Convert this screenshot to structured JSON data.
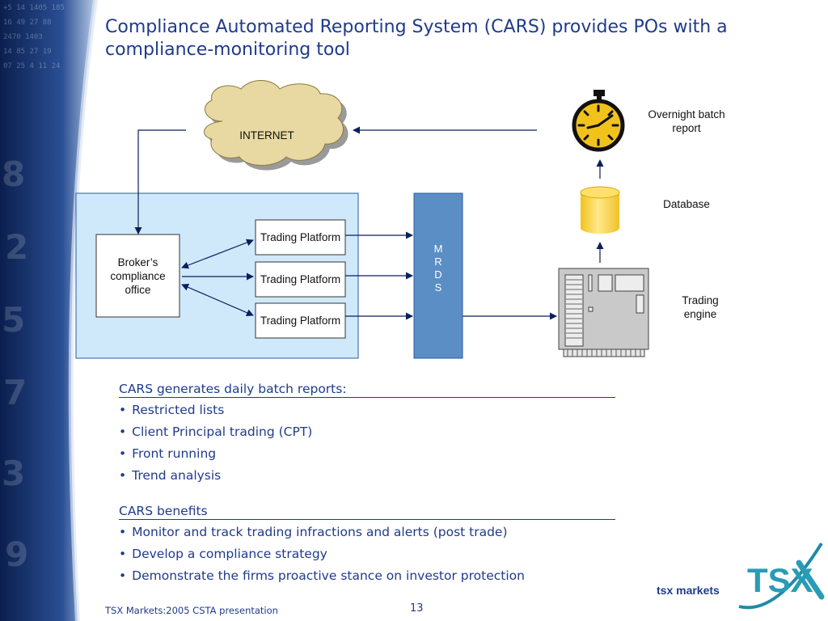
{
  "title": "Compliance Automated Reporting System (CARS) provides POs with a compliance-monitoring tool",
  "diagram": {
    "internet": "INTERNET",
    "broker": "Broker’s compliance office",
    "platforms": [
      "Trading Platform",
      "Trading Platform",
      "Trading Platform"
    ],
    "mrds": [
      "M",
      "R",
      "D",
      "S"
    ],
    "overnight": "Overnight batch report",
    "database": "Database",
    "engine": "Trading engine"
  },
  "sections": [
    {
      "heading": "CARS generates daily batch reports:",
      "items": [
        "Restricted lists",
        "Client Principal trading (CPT)",
        "Front running",
        "Trend analysis"
      ]
    },
    {
      "heading": "CARS benefits",
      "items": [
        "Monitor and track trading infractions and alerts (post trade)",
        "Develop a compliance strategy",
        "Demonstrate the firms proactive stance on investor protection"
      ]
    }
  ],
  "footer": {
    "source": "TSX Markets:2005 CSTA presentation",
    "page": "13"
  },
  "logo": {
    "mark": "TSX",
    "text": "tsx markets"
  },
  "colors": {
    "title": "#1f3b8a",
    "light_panel": "#cfe9fb",
    "mrds": "#5b8ec4",
    "line": "#0a1f5c",
    "cloud": "#e8d9a2",
    "database": "#f2cc35",
    "band": "#1c3a7a"
  }
}
